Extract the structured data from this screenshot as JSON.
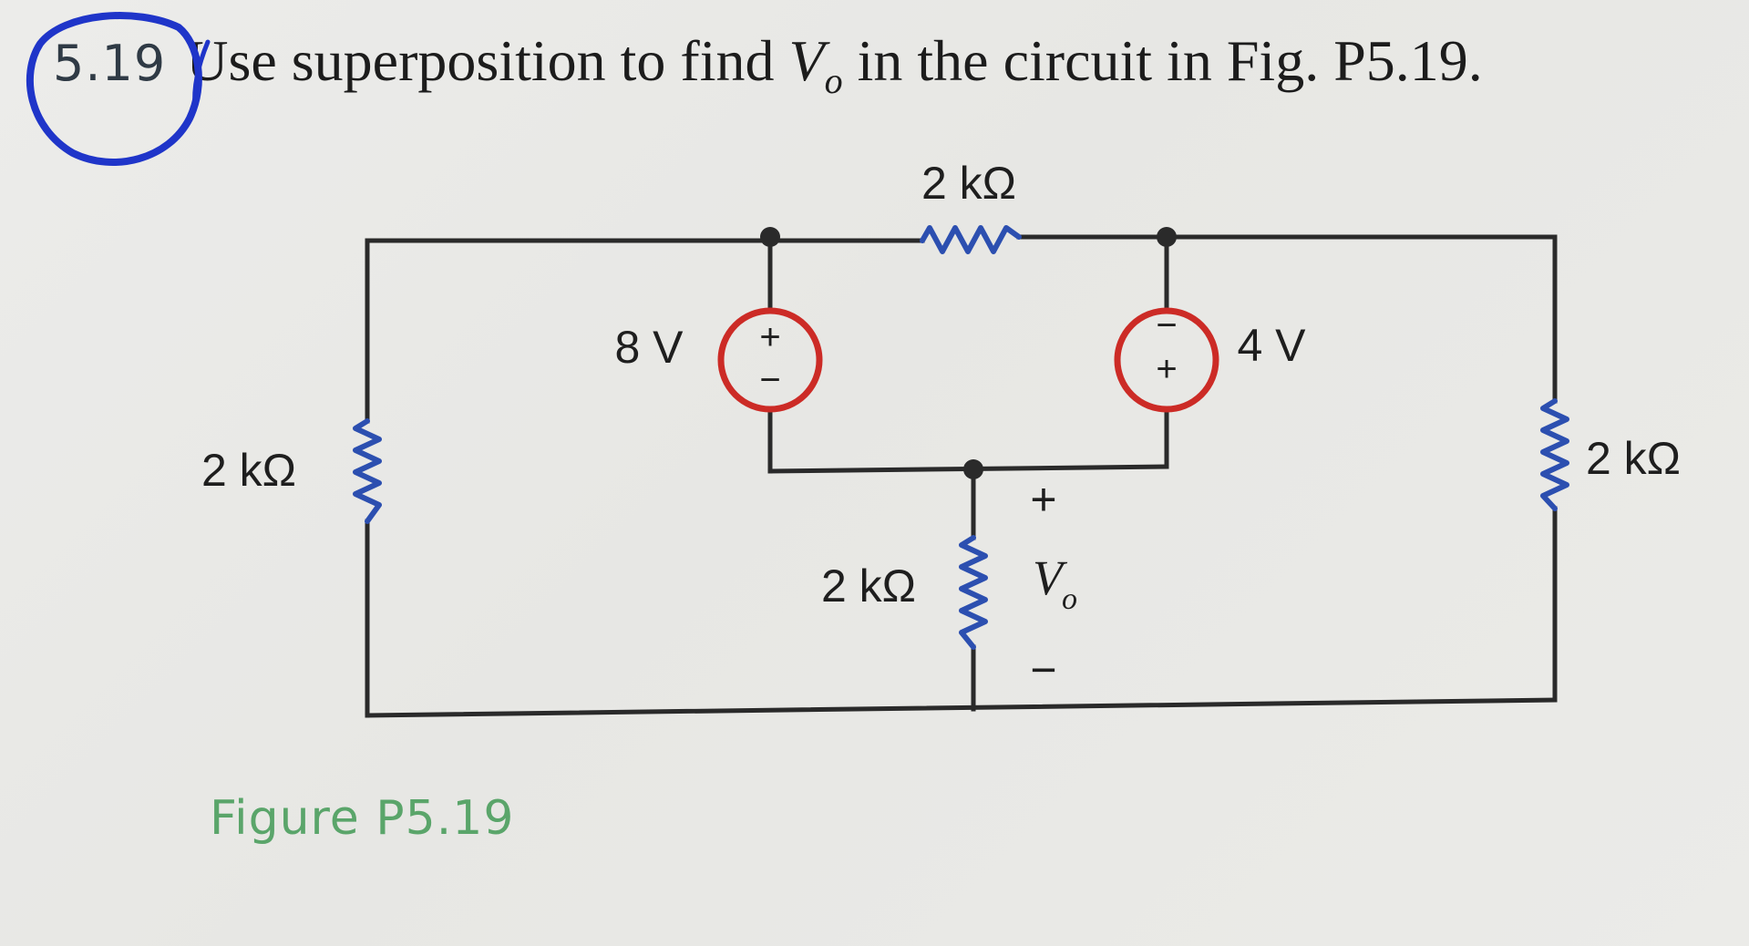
{
  "problem": {
    "number": "5.19",
    "text_before": "Use superposition to find ",
    "variable": "V",
    "variable_subscript": "o",
    "text_after": " in the circuit in Fig. P5.19."
  },
  "circuit": {
    "resistor_top": "2 kΩ",
    "resistor_left": "2 kΩ",
    "resistor_right": "2 kΩ",
    "resistor_middle": "2 kΩ",
    "source_left_label": "8 V",
    "source_right_label": "4 V",
    "plus_sign": "+",
    "minus_sign": "−",
    "vo_label": "V",
    "vo_subscript": "o"
  },
  "figure": {
    "caption": "Figure P5.19"
  },
  "colors": {
    "ink": "#1e1e1e",
    "wire": "#2a2a2a",
    "resistor": "#2c4fb0",
    "source_circle": "#cc2b26",
    "highlight_circle": "#1f35c9",
    "caption": "#5aa56a"
  }
}
